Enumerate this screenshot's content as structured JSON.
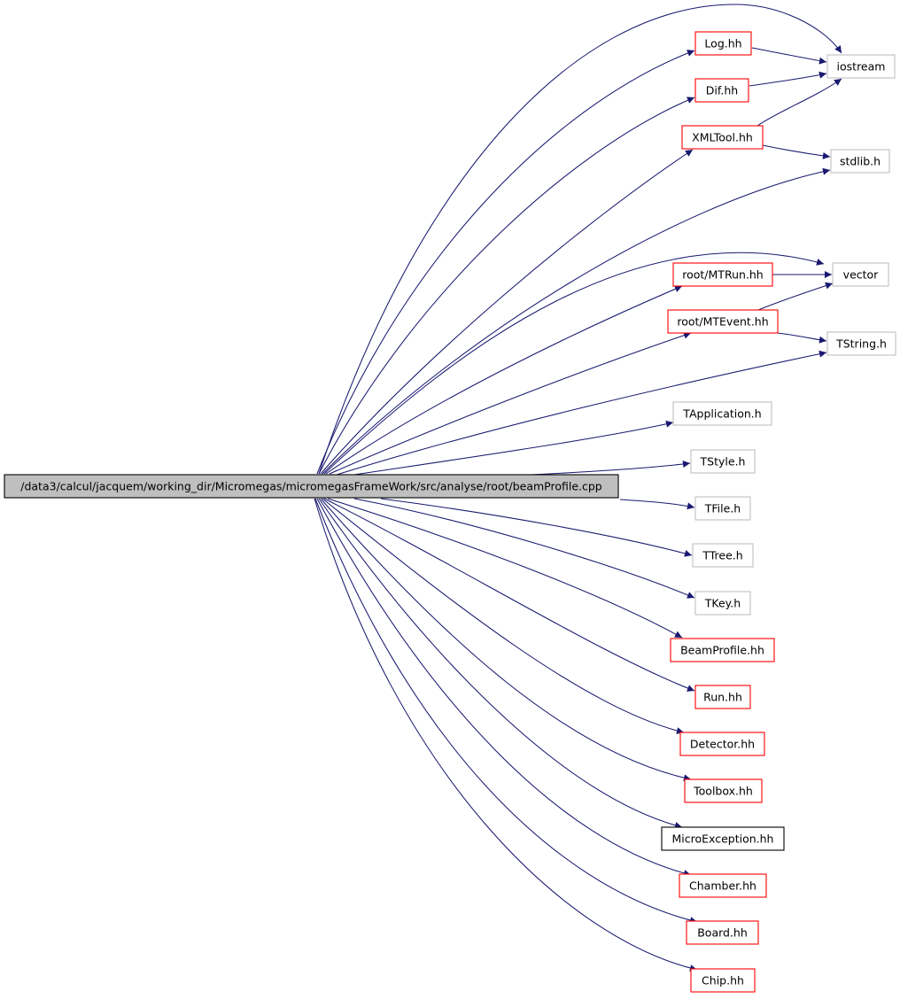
{
  "colors": {
    "edge": "#191970",
    "root_fill": "#bfbfbf",
    "root_border": "#000000",
    "documented_border": "#ff0000",
    "external_border": "#bfbfbf",
    "plain_border": "#000000"
  },
  "root": {
    "id": "root",
    "label": "/data3/calcul/jacquem/working_dir/Micromegas/micromegasFrameWork/src/analyse/root/beamProfile.cpp"
  },
  "nodes": [
    {
      "id": "log",
      "label": "Log.hh",
      "kind": "documented"
    },
    {
      "id": "dif",
      "label": "Dif.hh",
      "kind": "documented"
    },
    {
      "id": "xmltool",
      "label": "XMLTool.hh",
      "kind": "documented"
    },
    {
      "id": "iostream",
      "label": "iostream",
      "kind": "external"
    },
    {
      "id": "stdlib",
      "label": "stdlib.h",
      "kind": "external"
    },
    {
      "id": "mtrun",
      "label": "root/MTRun.hh",
      "kind": "documented"
    },
    {
      "id": "mtevent",
      "label": "root/MTEvent.hh",
      "kind": "documented"
    },
    {
      "id": "vector",
      "label": "vector",
      "kind": "external"
    },
    {
      "id": "tstring",
      "label": "TString.h",
      "kind": "external"
    },
    {
      "id": "tapp",
      "label": "TApplication.h",
      "kind": "external"
    },
    {
      "id": "tstyle",
      "label": "TStyle.h",
      "kind": "external"
    },
    {
      "id": "tfile",
      "label": "TFile.h",
      "kind": "external"
    },
    {
      "id": "ttree",
      "label": "TTree.h",
      "kind": "external"
    },
    {
      "id": "tkey",
      "label": "TKey.h",
      "kind": "external"
    },
    {
      "id": "beamprofile",
      "label": "BeamProfile.hh",
      "kind": "documented"
    },
    {
      "id": "run",
      "label": "Run.hh",
      "kind": "documented"
    },
    {
      "id": "detector",
      "label": "Detector.hh",
      "kind": "documented"
    },
    {
      "id": "toolbox",
      "label": "Toolbox.hh",
      "kind": "documented"
    },
    {
      "id": "microexc",
      "label": "MicroException.hh",
      "kind": "plain"
    },
    {
      "id": "chamber",
      "label": "Chamber.hh",
      "kind": "documented"
    },
    {
      "id": "board",
      "label": "Board.hh",
      "kind": "documented"
    },
    {
      "id": "chip",
      "label": "Chip.hh",
      "kind": "documented"
    }
  ],
  "edges": [
    [
      "root",
      "iostream"
    ],
    [
      "root",
      "log"
    ],
    [
      "root",
      "dif"
    ],
    [
      "root",
      "xmltool"
    ],
    [
      "root",
      "stdlib"
    ],
    [
      "root",
      "vector"
    ],
    [
      "root",
      "mtrun"
    ],
    [
      "root",
      "mtevent"
    ],
    [
      "root",
      "tstring"
    ],
    [
      "root",
      "tapp"
    ],
    [
      "root",
      "tstyle"
    ],
    [
      "root",
      "tfile"
    ],
    [
      "root",
      "ttree"
    ],
    [
      "root",
      "tkey"
    ],
    [
      "root",
      "beamprofile"
    ],
    [
      "root",
      "run"
    ],
    [
      "root",
      "detector"
    ],
    [
      "root",
      "toolbox"
    ],
    [
      "root",
      "microexc"
    ],
    [
      "root",
      "chamber"
    ],
    [
      "root",
      "board"
    ],
    [
      "root",
      "chip"
    ],
    [
      "log",
      "iostream"
    ],
    [
      "dif",
      "iostream"
    ],
    [
      "xmltool",
      "iostream"
    ],
    [
      "xmltool",
      "stdlib"
    ],
    [
      "mtrun",
      "vector"
    ],
    [
      "mtevent",
      "vector"
    ],
    [
      "mtevent",
      "tstring"
    ]
  ]
}
